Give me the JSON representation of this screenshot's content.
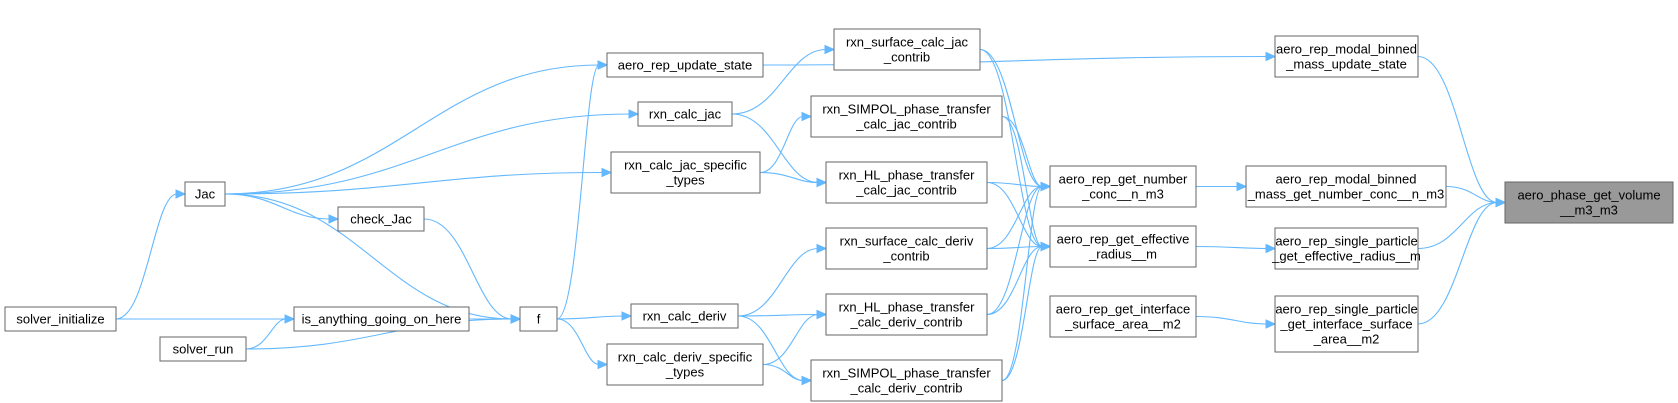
{
  "colors": {
    "edge": "#63b8ff",
    "node_border": "#666666",
    "highlight_fill": "#999999"
  },
  "nodes": {
    "target": [
      "aero_phase_get_volume",
      "__m3_m3"
    ],
    "modal_update": [
      "aero_rep_modal_binned",
      "_mass_update_state"
    ],
    "modal_conc": [
      "aero_rep_modal_binned",
      "_mass_get_number_conc__n_m3"
    ],
    "sp_radius": [
      "aero_rep_single_particle",
      "_get_effective_radius__m"
    ],
    "sp_area": [
      "aero_rep_single_particle",
      "_get_interface_surface",
      "_area__m2"
    ],
    "get_conc": [
      "aero_rep_get_number",
      "_conc__n_m3"
    ],
    "get_radius": [
      "aero_rep_get_effective",
      "_radius__m"
    ],
    "get_area": [
      "aero_rep_get_interface",
      "_surface_area__m2"
    ],
    "surf_jac": [
      "rxn_surface_calc_jac",
      "_contrib"
    ],
    "simpol_jac": [
      "rxn_SIMPOL_phase_transfer",
      "_calc_jac_contrib"
    ],
    "hl_jac": [
      "rxn_HL_phase_transfer",
      "_calc_jac_contrib"
    ],
    "surf_deriv": [
      "rxn_surface_calc_deriv",
      "_contrib"
    ],
    "hl_deriv": [
      "rxn_HL_phase_transfer",
      "_calc_deriv_contrib"
    ],
    "simpol_deriv": [
      "rxn_SIMPOL_phase_transfer",
      "_calc_deriv_contrib"
    ],
    "update_state": [
      "aero_rep_update_state"
    ],
    "calc_jac": [
      "rxn_calc_jac"
    ],
    "jac_specific": [
      "rxn_calc_jac_specific",
      "_types"
    ],
    "calc_deriv": [
      "rxn_calc_deriv"
    ],
    "deriv_specific": [
      "rxn_calc_deriv_specific",
      "_types"
    ],
    "jac": [
      "Jac"
    ],
    "check_jac": [
      "check_Jac"
    ],
    "f": [
      "f"
    ],
    "anything": [
      "is_anything_going_on_here"
    ],
    "solver_init": [
      "solver_initialize"
    ],
    "solver_run": [
      "solver_run"
    ]
  },
  "edges": [
    [
      "modal_update",
      "target"
    ],
    [
      "modal_conc",
      "target"
    ],
    [
      "sp_radius",
      "target"
    ],
    [
      "sp_area",
      "target"
    ],
    [
      "get_conc",
      "modal_conc"
    ],
    [
      "get_radius",
      "sp_radius"
    ],
    [
      "get_area",
      "sp_area"
    ],
    [
      "update_state",
      "modal_update"
    ],
    [
      "surf_jac",
      "get_conc"
    ],
    [
      "simpol_jac",
      "get_conc"
    ],
    [
      "hl_jac",
      "get_conc"
    ],
    [
      "surf_deriv",
      "get_conc"
    ],
    [
      "hl_deriv",
      "get_conc"
    ],
    [
      "simpol_deriv",
      "get_conc"
    ],
    [
      "surf_jac",
      "get_radius"
    ],
    [
      "simpol_jac",
      "get_radius"
    ],
    [
      "hl_jac",
      "get_radius"
    ],
    [
      "surf_deriv",
      "get_radius"
    ],
    [
      "hl_deriv",
      "get_radius"
    ],
    [
      "simpol_deriv",
      "get_radius"
    ],
    [
      "calc_jac",
      "surf_jac"
    ],
    [
      "calc_jac",
      "hl_jac"
    ],
    [
      "jac_specific",
      "simpol_jac"
    ],
    [
      "jac_specific",
      "hl_jac"
    ],
    [
      "calc_deriv",
      "surf_deriv"
    ],
    [
      "calc_deriv",
      "hl_deriv"
    ],
    [
      "calc_deriv",
      "simpol_deriv"
    ],
    [
      "deriv_specific",
      "hl_deriv"
    ],
    [
      "deriv_specific",
      "simpol_deriv"
    ],
    [
      "jac",
      "update_state"
    ],
    [
      "jac",
      "calc_jac"
    ],
    [
      "jac",
      "jac_specific"
    ],
    [
      "jac",
      "check_jac"
    ],
    [
      "f",
      "update_state"
    ],
    [
      "f",
      "calc_deriv"
    ],
    [
      "f",
      "deriv_specific"
    ],
    [
      "check_jac",
      "f"
    ],
    [
      "jac",
      "f"
    ],
    [
      "anything",
      "f"
    ],
    [
      "solver_init",
      "jac"
    ],
    [
      "solver_init",
      "f"
    ],
    [
      "solver_run",
      "anything"
    ],
    [
      "solver_run",
      "f"
    ]
  ]
}
